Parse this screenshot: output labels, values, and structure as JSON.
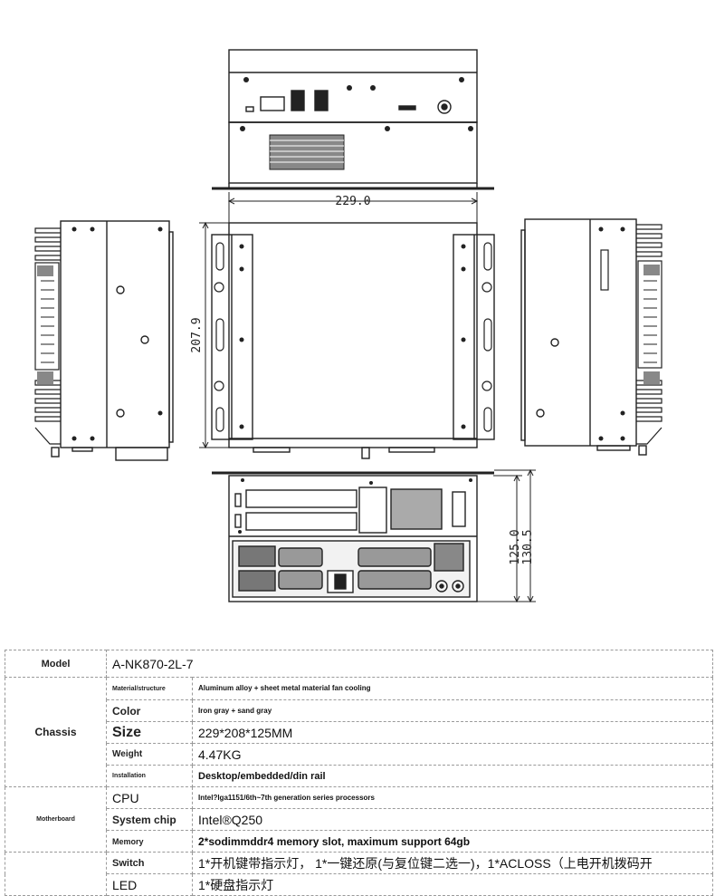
{
  "drawing": {
    "dim_width": "229.0",
    "dim_depth": "207.9",
    "dim_height_inner": "125.0",
    "dim_height_outer": "130.5"
  },
  "spec": {
    "model": {
      "key": "Model",
      "value": "A-NK870-2L-7"
    },
    "chassis": {
      "label": "Chassis",
      "rows": [
        {
          "key": "Material/structure",
          "value": "Aluminum alloy + sheet metal material fan cooling"
        },
        {
          "key": "Color",
          "value": "Iron gray + sand gray"
        },
        {
          "key": "Size",
          "value": "229*208*125MM"
        },
        {
          "key": "Weight",
          "value": "4.47KG"
        },
        {
          "key": "Installation",
          "value": "Desktop/embedded/din rail"
        }
      ]
    },
    "motherboard": {
      "label": "Motherboard",
      "rows": [
        {
          "key": "CPU",
          "value": "Intel?lga1151/6th~7th generation series processors"
        },
        {
          "key": "System chip",
          "value": "Intel®Q250"
        },
        {
          "key": "Memory",
          "value": "2*sodimmddr4 memory slot, maximum support 64gb"
        }
      ]
    },
    "io": {
      "rows": [
        {
          "key": "Switch",
          "value": "1*开机键带指示灯， 1*一键还原(与复位键二选一)，1*ACLOSS（上电开机拨码开"
        },
        {
          "key": "LED",
          "value": "1*硬盘指示灯"
        }
      ]
    }
  }
}
